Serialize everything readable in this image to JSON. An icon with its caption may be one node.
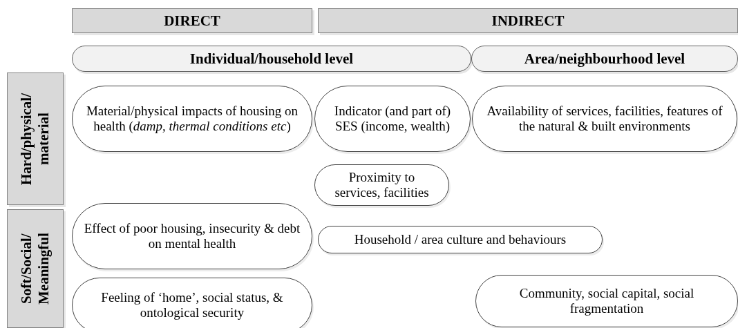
{
  "diagram": {
    "nodes": [
      {
        "text": [
          "DIRECT"
        ]
      },
      {
        "text": [
          "INDIRECT"
        ]
      },
      {
        "text": [
          "Individual/household level"
        ]
      },
      {
        "text": [
          "Area/neighbourhood level"
        ]
      },
      {
        "text": [
          "Hard/physical/ material"
        ]
      },
      {
        "text": [
          "Soft/Social/ Meaningful"
        ]
      },
      {
        "text": [
          "Material/physical impacts of housing on health (*damp, thermal conditions etc*)"
        ]
      },
      {
        "text": [
          "Indicator (and part of) SES (income, wealth)"
        ]
      },
      {
        "text": [
          "Availability of services, facilities, features of the natural & built environments"
        ]
      },
      {
        "text": [
          "Proximity to services, facilities"
        ]
      },
      {
        "text": [
          "Effect of poor housing, insecurity & debt on mental health"
        ]
      },
      {
        "text": [
          "Household / area culture and behaviours"
        ]
      },
      {
        "text": [
          "Feeling of ‘home’, social status, & ontological security"
        ]
      },
      {
        "text": [
          "Community, social capital, social fragmentation"
        ]
      }
    ],
    "edges": []
  }
}
